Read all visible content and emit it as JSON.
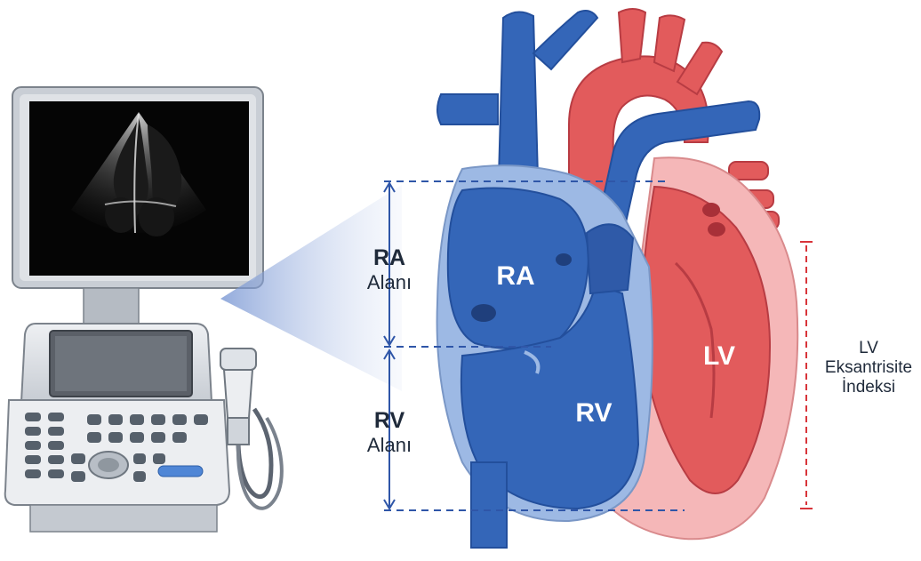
{
  "labels": {
    "ra_measure": {
      "main": "RA",
      "sub": "Alanı"
    },
    "rv_measure": {
      "main": "RV",
      "sub": "Alanı"
    },
    "lv_measure": {
      "line1": "LV",
      "line2": "Eksantrisite",
      "line3": "İndeksi"
    },
    "ra_chamber": "RA",
    "rv_chamber": "RV",
    "lv_chamber": "LV"
  },
  "colors": {
    "right_heart_blue": "#3466b8",
    "right_heart_dark": "#234f9c",
    "left_heart_red": "#e25b5c",
    "left_heart_dark": "#c53c44",
    "outer_pink": "#f5b7b8",
    "outer_blue_rim": "#9db9e4",
    "measure_blue": "#2f56a8",
    "measure_red": "#d8343a",
    "machine_gray": "#d9dde2"
  },
  "icons": [
    "ultrasound-machine-icon",
    "ultrasound-probe-icon",
    "echo-screen-image"
  ]
}
